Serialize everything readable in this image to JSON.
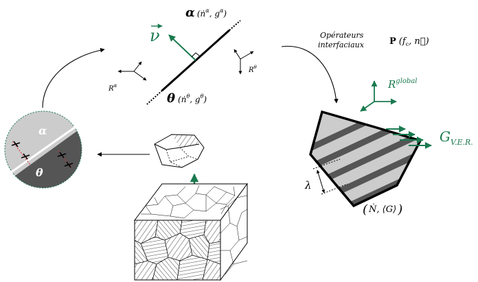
{
  "colors": {
    "green": "#1a7a4f",
    "dark_phase": "#555555",
    "light_phase": "#cccccc",
    "red_dashed": "#e0252a"
  },
  "labels": {
    "alpha_symbol": "α",
    "alpha_args": "(ṅ",
    "alpha_sup": "α",
    "alpha_g": ", g",
    "alpha_g_sup": "α",
    "alpha_close": ")",
    "theta_symbol": "θ",
    "theta_args": "(ṅ",
    "theta_sup": "θ",
    "theta_g": ", g",
    "theta_g_sup": "θ",
    "theta_close": ")",
    "nu_symbol": "ν",
    "R_alpha": "R",
    "R_alpha_sup": "α",
    "R_theta": "R",
    "R_theta_sup": "θ",
    "operators_line1": "Opérateurs",
    "operators_line2": "interfaciaux",
    "operators_P": "P",
    "operators_args": "(f",
    "operators_sub": "c",
    "operators_n": ", n⃗)",
    "R_global": "R",
    "R_global_sup": "global",
    "G_main": "G",
    "G_sub": "V.E.R.",
    "lambda": "λ",
    "N_G_open": "(",
    "N_G": "Ṅ, ⟨G⟩",
    "N_G_close": ")",
    "circle_alpha": "α",
    "circle_theta": "θ"
  }
}
